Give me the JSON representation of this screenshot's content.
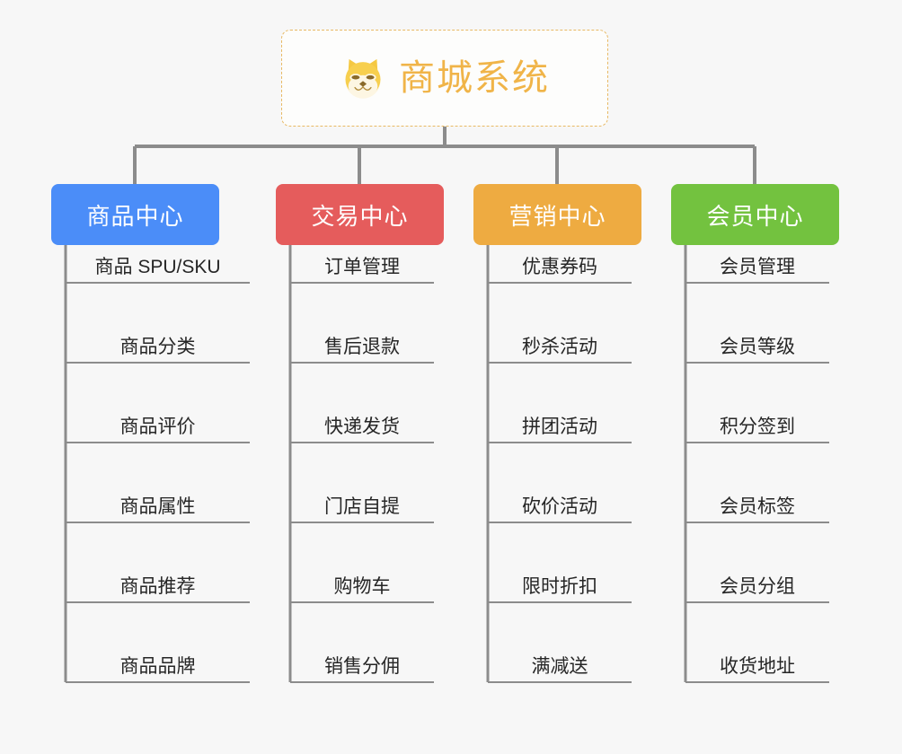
{
  "diagram": {
    "title": "商城系统",
    "root": {
      "label": "商城系统",
      "icon": "shiba-dog-emoji",
      "border_color": "#e8b964",
      "text_color": "#f0b448",
      "background": "#fdfdfc"
    },
    "background": "#f7f7f7",
    "connector_color": "#8c8c8c",
    "leaf_text_color": "#262626",
    "leaf_rule_color": "#8c8c8c",
    "columns": [
      {
        "label": "商品中心",
        "color": "#4b8df8",
        "text_color": "#ffffff",
        "items": [
          "商品 SPU/SKU",
          "商品分类",
          "商品评价",
          "商品属性",
          "商品推荐",
          "商品品牌"
        ]
      },
      {
        "label": "交易中心",
        "color": "#e55c5c",
        "text_color": "#ffffff",
        "items": [
          "订单管理",
          "售后退款",
          "快递发货",
          "门店自提",
          "购物车",
          "销售分佣"
        ]
      },
      {
        "label": "营销中心",
        "color": "#eeab41",
        "text_color": "#ffffff",
        "items": [
          "优惠券码",
          "秒杀活动",
          "拼团活动",
          "砍价活动",
          "限时折扣",
          "满减送"
        ]
      },
      {
        "label": "会员中心",
        "color": "#73c23f",
        "text_color": "#ffffff",
        "items": [
          "会员管理",
          "会员等级",
          "积分签到",
          "会员标签",
          "会员分组",
          "收货地址"
        ]
      }
    ]
  }
}
